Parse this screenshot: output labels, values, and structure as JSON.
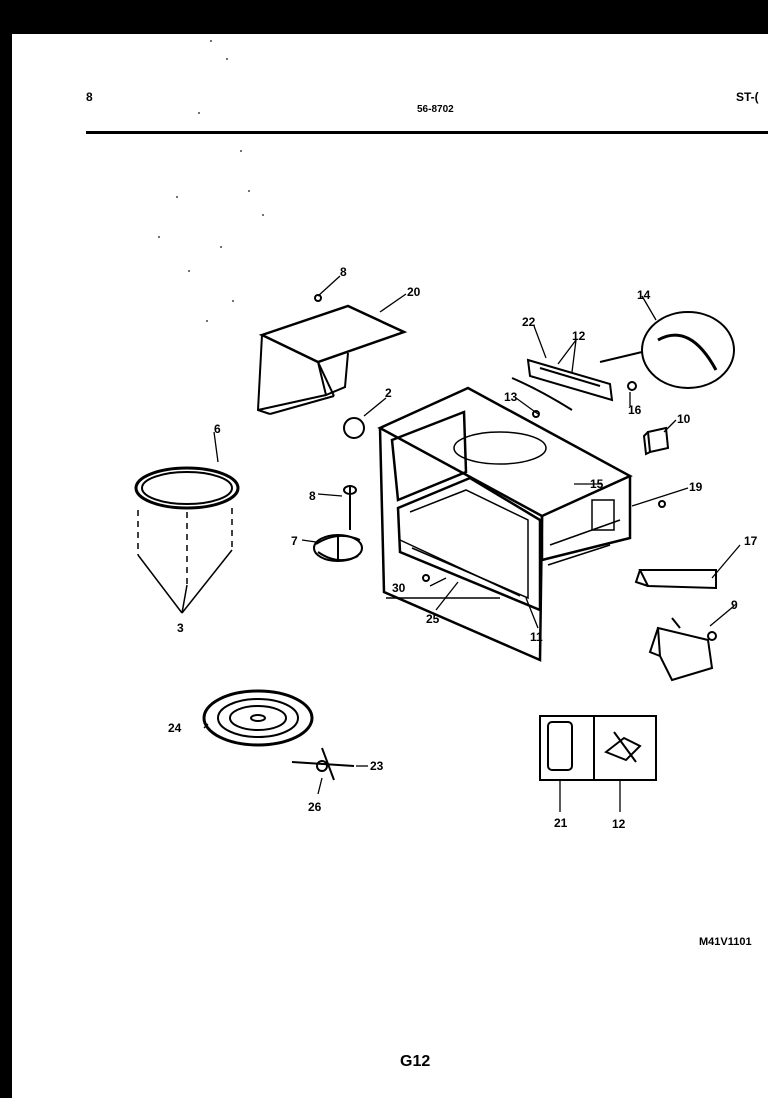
{
  "header": {
    "left_page": "8",
    "center_code": "56-8702",
    "right_code": "ST-("
  },
  "callouts": {
    "c2": "2",
    "c3": "3",
    "c6": "6",
    "c7": "7",
    "c8a": "8",
    "c8b": "8",
    "c9": "9",
    "c10": "10",
    "c11": "11",
    "c12a": "12",
    "c12b": "12",
    "c13": "13",
    "c14": "14",
    "c15": "15",
    "c16": "16",
    "c17": "17",
    "c19": "19",
    "c20": "20",
    "c21": "21",
    "c22": "22",
    "c23": "23",
    "c24": "24",
    "c25": "25",
    "c26": "26",
    "c30": "30"
  },
  "footer": {
    "model_code": "M41V1101",
    "page_code": "G12"
  }
}
